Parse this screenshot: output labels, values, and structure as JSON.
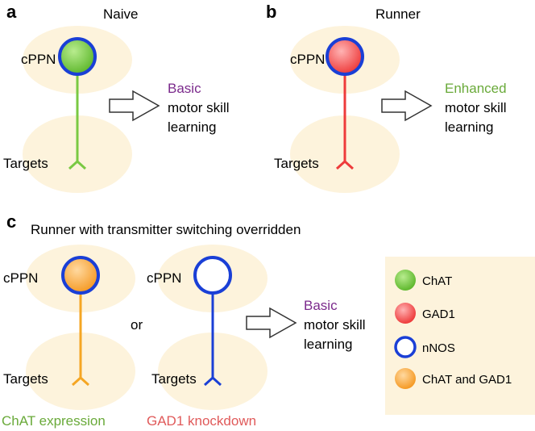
{
  "colors": {
    "halo": "#fdf3dc",
    "nnos_ring": "#1a3fd6",
    "chat": "#7ac943",
    "gad1": "#ee3b3b",
    "both": "#f5a623",
    "purple": "#7b2a8c",
    "green_text": "#6aaa3a",
    "red_text": "#e05a5a",
    "legend_bg": "#fdf3dc"
  },
  "panel_a": {
    "letter": "a",
    "title": "Naive",
    "cppn_label": "cPPN",
    "targets_label": "Targets",
    "outcome_word": "Basic",
    "outcome_line2": "motor skill",
    "outcome_line3": "learning"
  },
  "panel_b": {
    "letter": "b",
    "title": "Runner",
    "cppn_label": "cPPN",
    "targets_label": "Targets",
    "outcome_word": "Enhanced",
    "outcome_line2": "motor skill",
    "outcome_line3": "learning"
  },
  "panel_c": {
    "letter": "c",
    "title": "Runner with transmitter switching overridden",
    "left_cppn_label": "cPPN",
    "left_targets_label": "Targets",
    "right_cppn_label": "cPPN",
    "right_targets_label": "Targets",
    "or_label": "or",
    "outcome_word": "Basic",
    "outcome_line2": "motor skill",
    "outcome_line3": "learning",
    "left_caption": "ChAT expression",
    "right_caption": "GAD1 knockdown"
  },
  "legend": {
    "items": [
      {
        "label": "ChAT",
        "icon": "green-filled-circle"
      },
      {
        "label": "GAD1",
        "icon": "red-filled-circle"
      },
      {
        "label": "nNOS",
        "icon": "blue-ring"
      },
      {
        "label": "ChAT and GAD1",
        "icon": "orange-filled-circle"
      }
    ]
  }
}
